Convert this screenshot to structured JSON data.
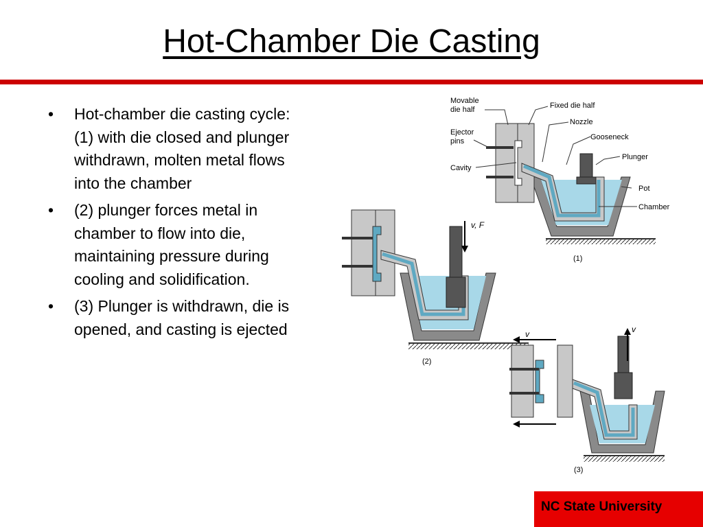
{
  "slide": {
    "title": "Hot-Chamber Die Casting",
    "accent_color": "#cc0000",
    "bullets": [
      "Hot-chamber die casting cycle: (1) with die closed and plunger withdrawn, molten metal flows into the chamber",
      "(2) plunger forces metal in chamber to flow into die, maintaining pressure during cooling and solidification.",
      " (3) Plunger is withdrawn, die is opened, and casting is ejected"
    ],
    "bullet_glyph": "•"
  },
  "figure": {
    "labels": {
      "movable_1": "Movable",
      "movable_2": "die half",
      "fixed": "Fixed die half",
      "nozzle": "Nozzle",
      "ejector_1": "Ejector",
      "ejector_2": "pins",
      "gooseneck": "Gooseneck",
      "plunger": "Plunger",
      "cavity": "Cavity",
      "pot": "Pot",
      "chamber": "Chamber",
      "step1": "(1)",
      "step2": "(2)",
      "step3": "(3)",
      "force_v": "v",
      "force_comma": ", ",
      "force_F": "F",
      "v_left": "v",
      "v_up": "v"
    },
    "colors": {
      "metal": "#a8d8e8",
      "metal_dark": "#5fa9c2",
      "die": "#c8c8c8",
      "pot": "#8a8a8a",
      "plunger": "#555555"
    }
  },
  "footer": {
    "badge_text": "NC State University",
    "badge_color": "#e60000"
  }
}
